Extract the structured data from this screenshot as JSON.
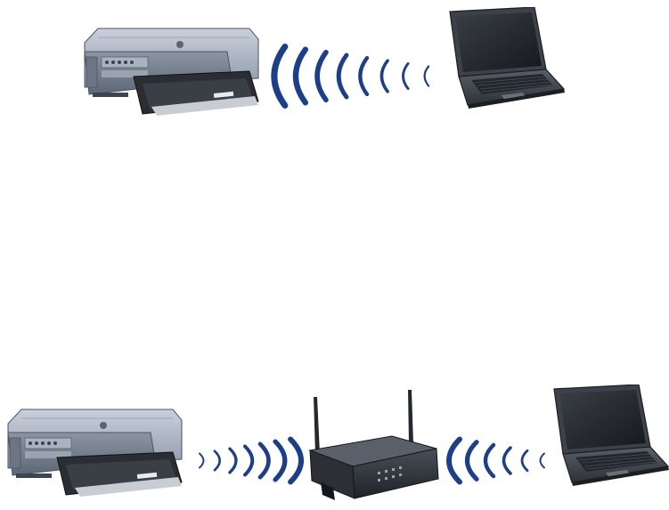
{
  "diagrams": [
    {
      "mode": "ad-hoc",
      "devices": [
        "printer-icon",
        "laptop-icon"
      ],
      "signal": {
        "arcs": 8,
        "color": "#1d3f8a"
      }
    },
    {
      "mode": "infrastructure",
      "devices": [
        "printer-icon",
        "router-icon",
        "laptop-icon"
      ],
      "signals": [
        {
          "arcs": 7,
          "color": "#1d3f8a"
        },
        {
          "arcs": 6,
          "color": "#1d3f8a"
        }
      ]
    }
  ],
  "colors": {
    "background": "#ffffff",
    "signal": "#1d3f8a",
    "printer_body": "#7d8796",
    "device_dark": "#2a2d33"
  }
}
